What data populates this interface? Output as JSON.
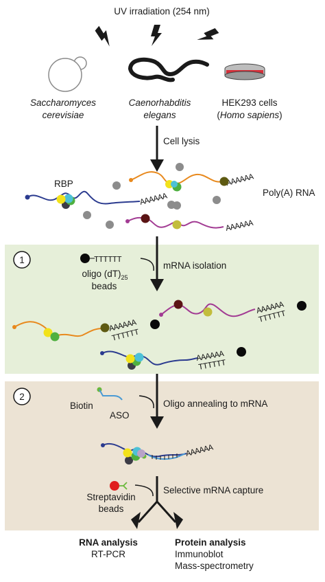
{
  "top": {
    "uv_label": "UV irradiation (254 nm)",
    "organisms": [
      {
        "line1": "Saccharomyces",
        "line2": "cerevisiae"
      },
      {
        "line1": "Caenorhabditis",
        "line2": "elegans"
      },
      {
        "line1": "HEK293 cells",
        "line2_open": "(",
        "line2_italic": "Homo sapiens",
        "line2_close": ")"
      }
    ],
    "lysis_label": "Cell lysis",
    "rbp_label": "RBP",
    "polya_label": "Poly(A) RNA",
    "polya_seq": "AAAAAA"
  },
  "step1": {
    "number": "1",
    "oligo_seq": "TTTTTT",
    "oligo_label_main": "oligo (dT)",
    "oligo_label_sub": "25",
    "beads_label": "beads",
    "step_label": "mRNA isolation"
  },
  "step2": {
    "number": "2",
    "biotin_label": "Biotin",
    "aso_label": "ASO",
    "step_label": "Oligo annealing to mRNA",
    "streptavidin_label": "Streptavidin",
    "beads_label": "beads",
    "capture_label": "Selective mRNA capture"
  },
  "outputs": {
    "rna_title": "RNA analysis",
    "rna_items": [
      "RT-PCR"
    ],
    "protein_title": "Protein analysis",
    "protein_items": [
      "Immunoblot",
      "Mass-spectrometry"
    ]
  },
  "colors": {
    "step1_bg": "#e6efd9",
    "step2_bg": "#ece3d4",
    "rna_blue": "#2b3b8f",
    "rna_orange": "#e8891d",
    "rna_purple": "#a23b93",
    "protein_yellow": "#f2e21a",
    "protein_green": "#4fb040",
    "protein_cyan": "#4dc1d6",
    "protein_dark": "#3c3c46",
    "protein_olive": "#5e5a12",
    "protein_maroon": "#5a1414",
    "protein_khaki": "#c2bd3c",
    "free_protein_gray": "#8c8c8c",
    "bead_black": "#0a0a0a",
    "streptavidin_red": "#e01e1e",
    "biotin_green": "#6ab83a",
    "aso_blue": "#4a9ad4",
    "dish_red": "#d6303a"
  }
}
